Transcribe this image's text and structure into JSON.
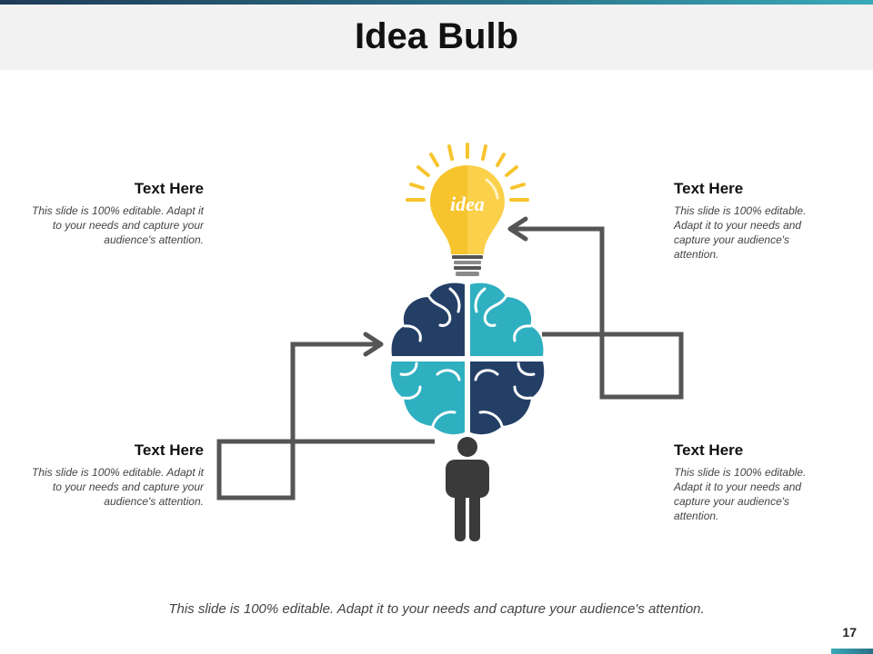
{
  "slide": {
    "title": "Idea Bulb",
    "footer": "This slide is 100% editable. Adapt it to your needs and capture your audience's attention.",
    "page_number": "17"
  },
  "bulb_label": "idea",
  "blocks": [
    {
      "heading": "Text Here",
      "body": "This slide is 100% editable. Adapt it to your needs and capture your audience's attention."
    },
    {
      "heading": "Text Here",
      "body": "This slide is 100% editable. Adapt it to your needs and capture your audience's attention."
    },
    {
      "heading": "Text Here",
      "body": "This slide is 100% editable. Adapt it to your needs and capture your audience's attention."
    },
    {
      "heading": "Text Here",
      "body": "This slide is 100% editable. Adapt it to your needs and capture your audience's attention."
    }
  ],
  "colors": {
    "navy": "#243f66",
    "teal": "#2fb0c1",
    "bulb_yellow": "#f7c42d",
    "arrow_gray": "#555555",
    "person_gray": "#3a3a3a"
  }
}
